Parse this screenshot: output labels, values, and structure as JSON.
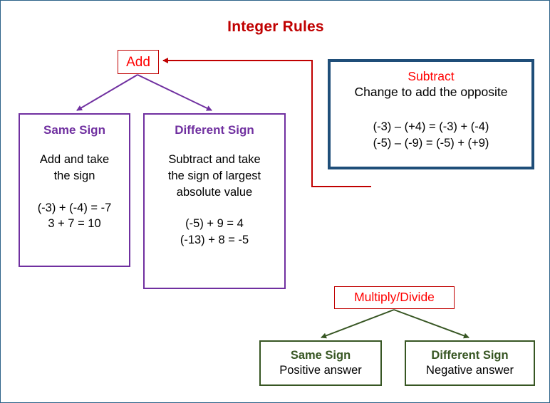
{
  "title": "Integer Rules",
  "theme": {
    "title_color": "#c00000",
    "add_color": "#ff0000",
    "purple": "#7030a0",
    "navy": "#1f4e79",
    "green": "#375623",
    "red_connector": "#c00000",
    "body_text": "#000000",
    "canvas_border": "#2e6389"
  },
  "nodes": {
    "add": {
      "label": "Add"
    },
    "same_sign": {
      "heading": "Same Sign",
      "rule_line1": "Add and take",
      "rule_line2": "the sign",
      "example1": "(-3) + (-4) = -7",
      "example2": "3 + 7 = 10"
    },
    "different_sign": {
      "heading": "Different Sign",
      "rule_line1": "Subtract and take",
      "rule_line2": "the sign of largest",
      "rule_line3": "absolute value",
      "example1": "(-5) + 9 = 4",
      "example2": "(-13) + 8 = -5"
    },
    "subtract": {
      "heading": "Subtract",
      "rule_line1": "Change to add the opposite",
      "example1": "(-3) – (+4) = (-3) + (-4)",
      "example2": "(-5) – (-9) = (-5) + (+9)"
    },
    "multiply_divide": {
      "label": "Multiply/Divide"
    },
    "mult_same_sign": {
      "heading": "Same Sign",
      "result": "Positive answer"
    },
    "mult_different_sign": {
      "heading": "Different Sign",
      "result": "Negative answer"
    }
  }
}
